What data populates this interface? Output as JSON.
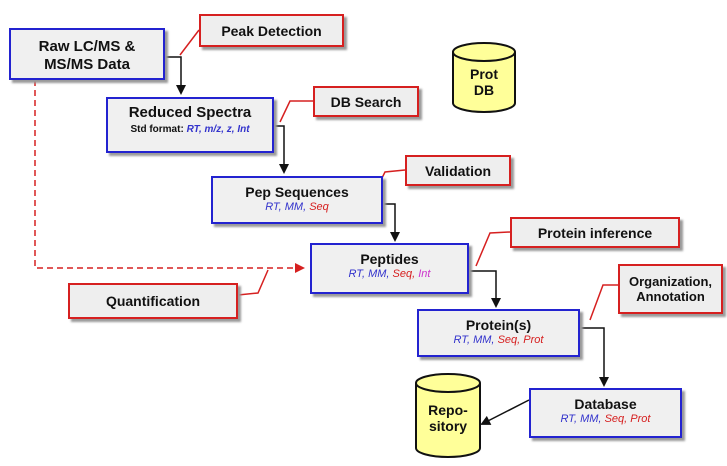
{
  "boxes": {
    "raw": {
      "line1": "Raw LC/MS &",
      "line2": "MS/MS  Data"
    },
    "reduced": {
      "title": "Reduced Spectra",
      "format_prefix": "Std format:",
      "rt": "RT,",
      "mz": "m/z,",
      "z": "z,",
      "int": "Int"
    },
    "pep_seq": {
      "title": "Pep Sequences",
      "rt": "RT,",
      "mm": "MM,",
      "seq": "Seq"
    },
    "peptides": {
      "title": "Peptides",
      "rt": "RT,",
      "mm": "MM,",
      "seq": "Seq,",
      "int": "Int"
    },
    "proteins": {
      "title": "Protein(s)",
      "rt": "RT,",
      "mm": "MM,",
      "seq": "Seq,",
      "prot": "Prot"
    },
    "database": {
      "title": "Database",
      "rt": "RT,",
      "mm": "MM,",
      "seq": "Seq,",
      "prot": "Prot"
    }
  },
  "labels": {
    "peak_detection": "Peak Detection",
    "db_search": "DB Search",
    "validation": "Validation",
    "protein_inference": "Protein inference",
    "quantification": "Quantification",
    "organization_line1": "Organization,",
    "organization_line2": "Annotation"
  },
  "cylinders": {
    "prot_db": {
      "line1": "Prot",
      "line2": "DB"
    },
    "repository": {
      "line1": "Repo-",
      "line2": "sitory"
    }
  },
  "colors": {
    "box_border": "#2323d0",
    "label_border": "#d62020",
    "cylinder_fill": "#ffff99",
    "blue_text": "#3333cc",
    "red_text": "#d62020",
    "pink_text": "#cc33cc"
  }
}
